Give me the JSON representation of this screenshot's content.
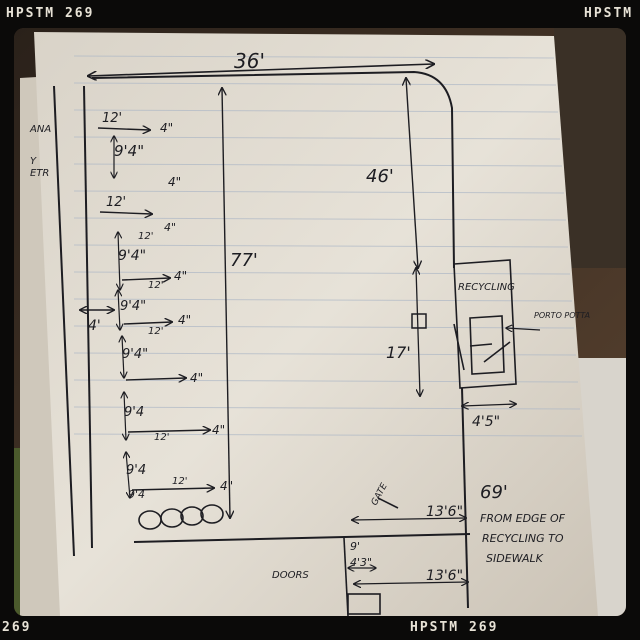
{
  "frame": {
    "top_left": "HPSTM 269",
    "top_right": "HPSTM",
    "bottom_left": "269",
    "bottom_center": "HPSTM 269"
  },
  "sketch": {
    "width_label": "36'",
    "length_label": "77'",
    "right_length_label": "46'",
    "side_gap_label": "4'",
    "recycling_label": "RECYCLING",
    "porto_label": "PORTO POTTA",
    "recycling_gap_label": "17'",
    "recycling_width_label": "4'5\"",
    "side_label_left_1": "ANA",
    "side_label_left_2": "Y",
    "side_label_left_3": "ETR",
    "stall_width": "12'",
    "stall_depth_labels": [
      "9'4\"",
      "9'4\"",
      "9'4\"",
      "9'4\"",
      "9'4",
      "9'4",
      "9'4"
    ],
    "stall_spacer": "4\"",
    "bottom_stall_label": "12'",
    "front_dim_1": "13'6\"",
    "front_dim_2": "13'6\"",
    "small_dim_1": "9'",
    "small_dim_2": "4'3\"",
    "gate_label": "GATE",
    "doors_label": "DOORS",
    "note_number": "69'",
    "note_line_1": "FROM EDGE OF",
    "note_line_2": "RECYCLING TO",
    "note_line_3": "SIDEWALK"
  }
}
